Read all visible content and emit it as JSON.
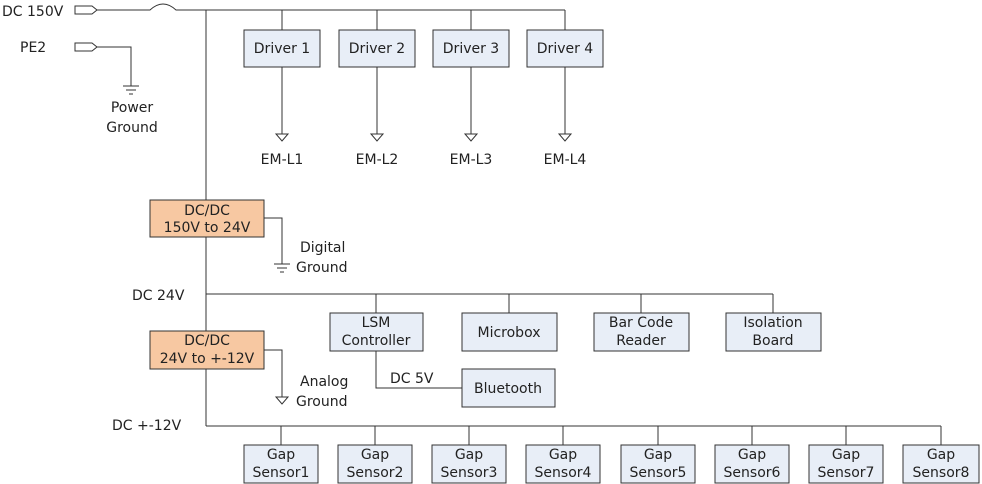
{
  "inputs": {
    "dc150": "DC 150V",
    "pe2": "PE2",
    "power_ground": [
      "Power",
      "Ground"
    ]
  },
  "drivers": [
    "Driver 1",
    "Driver 2",
    "Driver 3",
    "Driver 4"
  ],
  "loads": [
    "EM-L1",
    "EM-L2",
    "EM-L3",
    "EM-L4"
  ],
  "converter1": {
    "lines": [
      "DC/DC",
      "150V to 24V"
    ],
    "ground": [
      "Digital",
      "Ground"
    ]
  },
  "bus24": "DC 24V",
  "devices24": [
    {
      "lines": [
        "LSM",
        "Controller"
      ]
    },
    {
      "lines": [
        "Microbox"
      ]
    },
    {
      "lines": [
        "Bar Code",
        "Reader"
      ]
    },
    {
      "lines": [
        "Isolation",
        "Board"
      ]
    }
  ],
  "dc5v": "DC 5V",
  "bluetooth": "Bluetooth",
  "converter2": {
    "lines": [
      "DC/DC",
      "24V to +-12V"
    ],
    "ground": [
      "Analog",
      "Ground"
    ]
  },
  "bus12": "DC +-12V",
  "sensors": [
    [
      "Gap",
      "Sensor1"
    ],
    [
      "Gap",
      "Sensor2"
    ],
    [
      "Gap",
      "Sensor3"
    ],
    [
      "Gap",
      "Sensor4"
    ],
    [
      "Gap",
      "Sensor5"
    ],
    [
      "Gap",
      "Sensor6"
    ],
    [
      "Gap",
      "Sensor7"
    ],
    [
      "Gap",
      "Sensor8"
    ]
  ],
  "colors": {
    "box": "#e8eef7",
    "converter": "#f7c8a2",
    "line": "#333333"
  }
}
